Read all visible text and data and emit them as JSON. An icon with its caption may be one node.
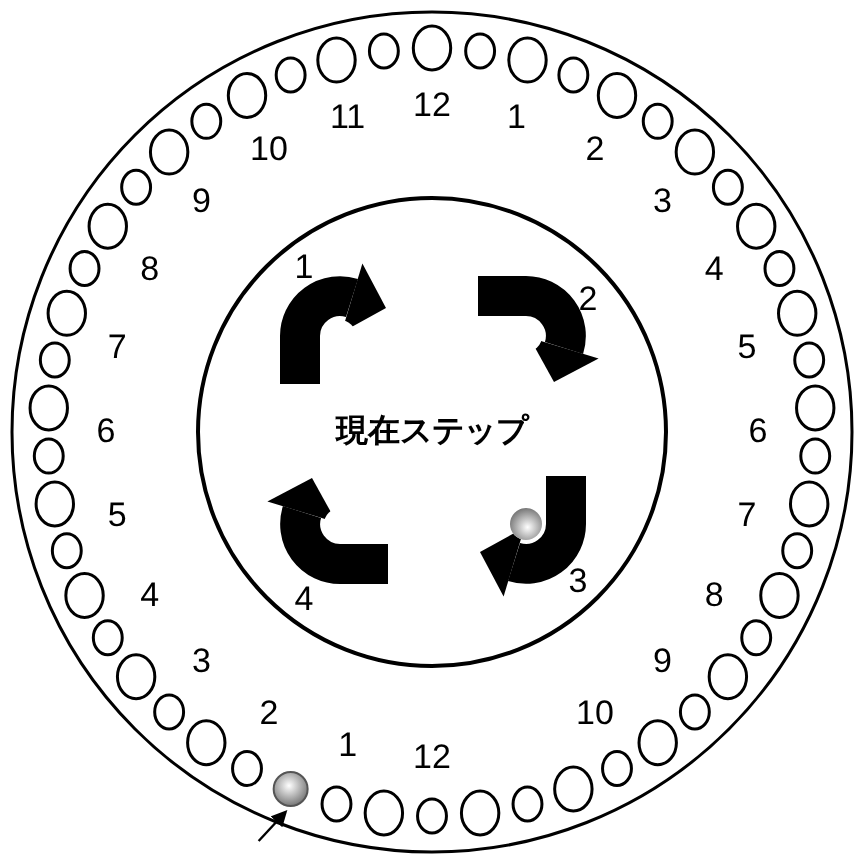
{
  "diagram": {
    "nodes": [
      {
        "text": [
          "現在ステップ"
        ]
      }
    ],
    "labels": [
      "12",
      "1",
      "2",
      "3",
      "4",
      "5",
      "6",
      "7",
      "8",
      "9",
      "10",
      "12",
      "1",
      "2",
      "3",
      "4",
      "5",
      "6",
      "7",
      "8",
      "9",
      "10",
      "11",
      "1",
      "2",
      "3",
      "4"
    ]
  }
}
